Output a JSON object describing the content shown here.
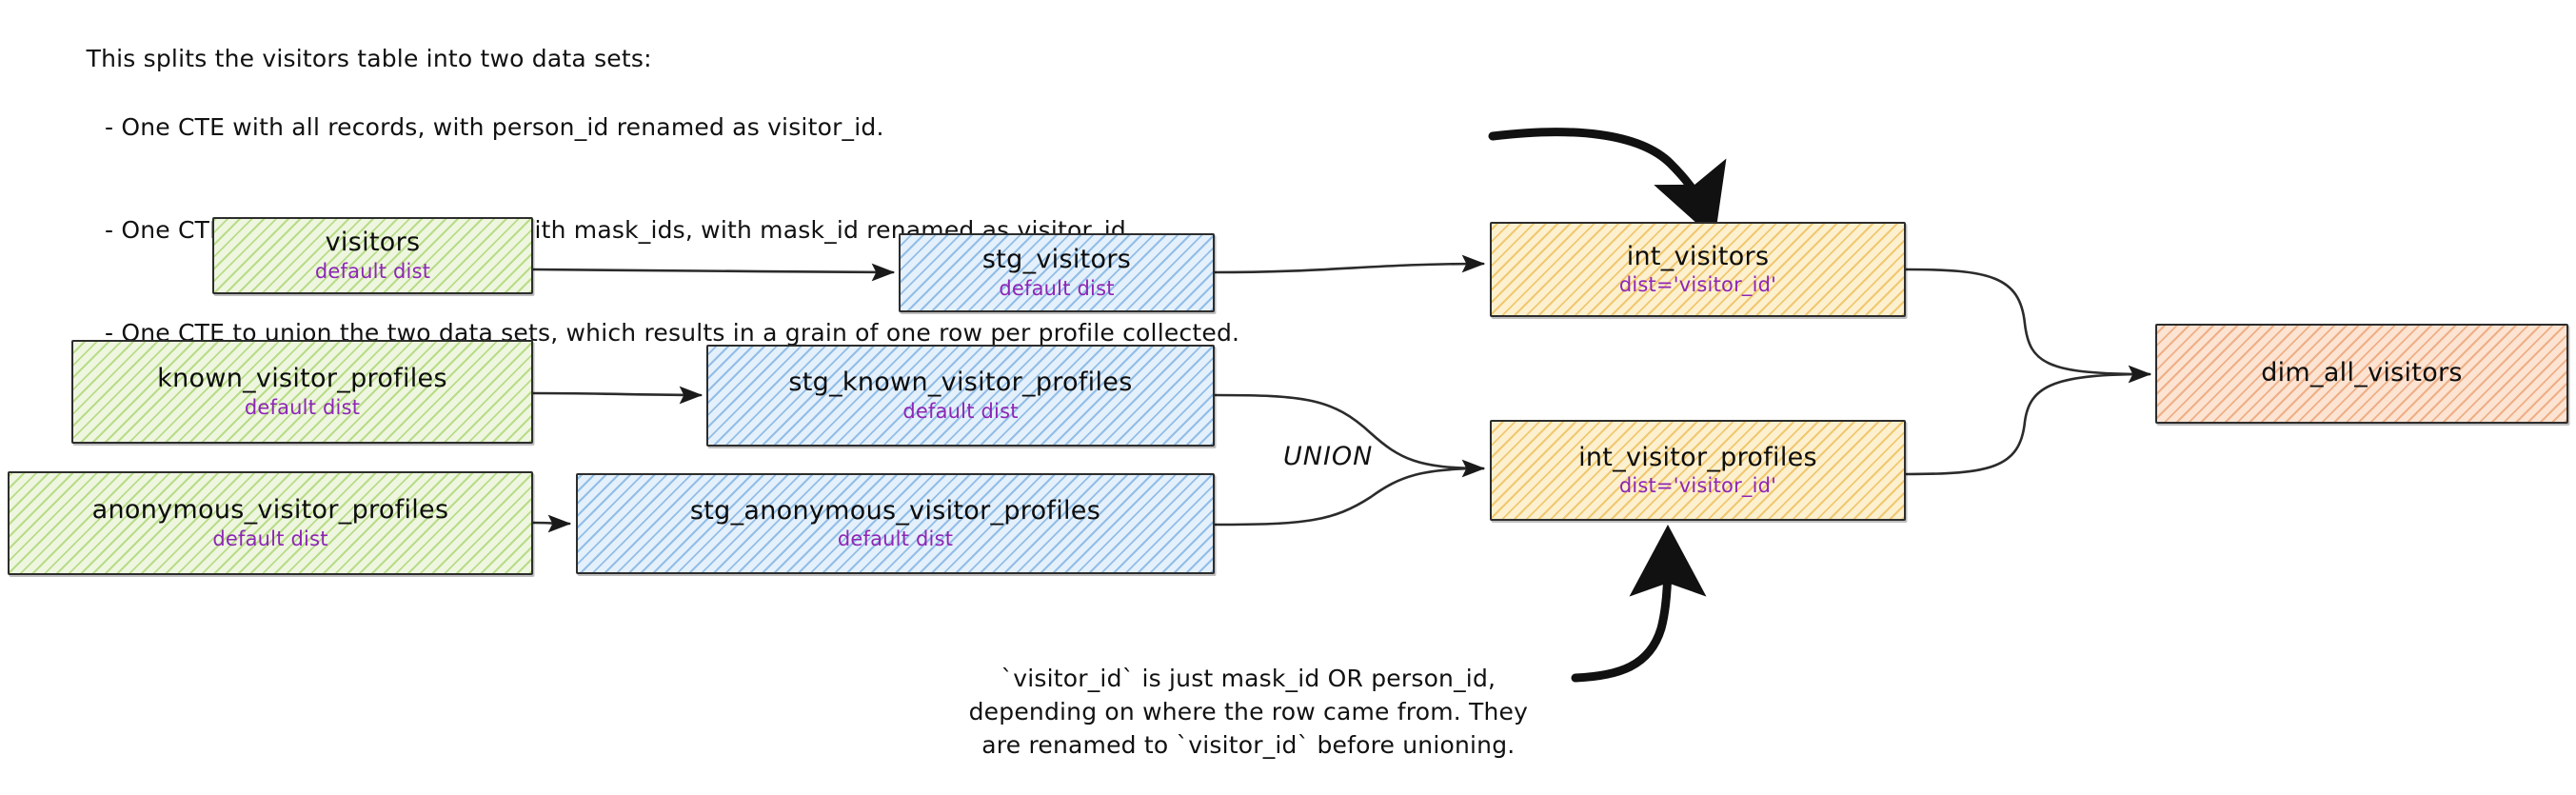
{
  "header_note": {
    "line1": "This splits the visitors table into two data sets:",
    "line2": "- One CTE with all records, with person_id renamed as visitor_id.",
    "line3": "- One CTE filtered to only records with mask_ids, with mask_id renamed as visitor_id",
    "line4": "- One CTE to union the two data sets, which results in a grain of one row per profile collected."
  },
  "bottom_note": {
    "line1": "`visitor_id` is just mask_id OR person_id,",
    "line2": "depending on where the row came from. They",
    "line3": "are renamed to `visitor_id` before unioning."
  },
  "union_label": "UNION",
  "colors": {
    "source": "#8dc73f",
    "staging": "#4f94d6",
    "intermediate": "#e8af36",
    "mart": "#e38448",
    "subtitle": "#8e26b5",
    "stroke": "#1a1a1a"
  },
  "nodes": {
    "visitors": {
      "title": "visitors",
      "sub": "default dist"
    },
    "known_visitor_profiles": {
      "title": "known_visitor_profiles",
      "sub": "default dist"
    },
    "anonymous_visitor_profiles": {
      "title": "anonymous_visitor_profiles",
      "sub": "default dist"
    },
    "stg_visitors": {
      "title": "stg_visitors",
      "sub": "default dist"
    },
    "stg_known_visitor_profiles": {
      "title": "stg_known_visitor_profiles",
      "sub": "default dist"
    },
    "stg_anonymous_visitor_profiles": {
      "title": "stg_anonymous_visitor_profiles",
      "sub": "default dist"
    },
    "int_visitors": {
      "title": "int_visitors",
      "sub": "dist='visitor_id'"
    },
    "int_visitor_profiles": {
      "title": "int_visitor_profiles",
      "sub": "dist='visitor_id'"
    },
    "dim_all_visitors": {
      "title": "dim_all_visitors",
      "sub": ""
    }
  },
  "edges": [
    {
      "from": "visitors",
      "to": "stg_visitors"
    },
    {
      "from": "known_visitor_profiles",
      "to": "stg_known_visitor_profiles"
    },
    {
      "from": "anonymous_visitor_profiles",
      "to": "stg_anonymous_visitor_profiles"
    },
    {
      "from": "stg_visitors",
      "to": "int_visitors"
    },
    {
      "from": "stg_known_visitor_profiles",
      "to": "int_visitor_profiles",
      "label": "UNION"
    },
    {
      "from": "stg_anonymous_visitor_profiles",
      "to": "int_visitor_profiles",
      "label": "UNION"
    },
    {
      "from": "int_visitors",
      "to": "dim_all_visitors"
    },
    {
      "from": "int_visitor_profiles",
      "to": "dim_all_visitors"
    },
    {
      "from": "header_note",
      "to": "int_visitors",
      "style": "annotation"
    },
    {
      "from": "bottom_note",
      "to": "int_visitor_profiles",
      "style": "annotation"
    }
  ]
}
